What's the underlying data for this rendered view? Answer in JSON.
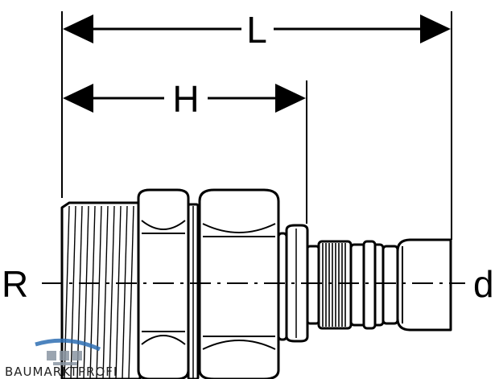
{
  "dimensions": {
    "overall_length_label": "L",
    "insertion_depth_label": "H"
  },
  "connections": {
    "thread_side_label": "R",
    "pipe_side_label": "d"
  },
  "watermark": {
    "text": "BAUMARKTPROFI",
    "logo_icon": "house-roof-logo-icon",
    "logo_color": "#2f6fb3"
  },
  "colors": {
    "line": "#000000",
    "background": "#ffffff"
  }
}
